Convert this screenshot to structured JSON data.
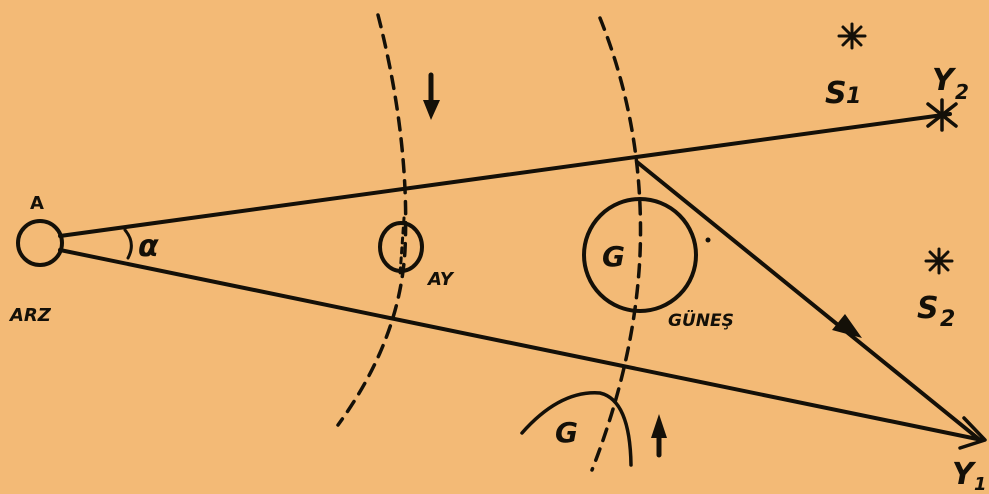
{
  "background_color": "#f3ba76",
  "ink_color": "#141008",
  "labels": {
    "earth_name": "ARZ",
    "earth_point": "A",
    "angle": "α",
    "moon_name": "AY",
    "sun_letter": "G",
    "sun_name": "GÜNEŞ",
    "sun_shifted_letter": "G",
    "star_1": "S",
    "star_1_sub": "1",
    "star_2": "S",
    "star_2_sub": "2",
    "point_y2": "Y",
    "point_y2_sub": "2",
    "point_y1": "Y",
    "point_y1_sub": "1"
  }
}
